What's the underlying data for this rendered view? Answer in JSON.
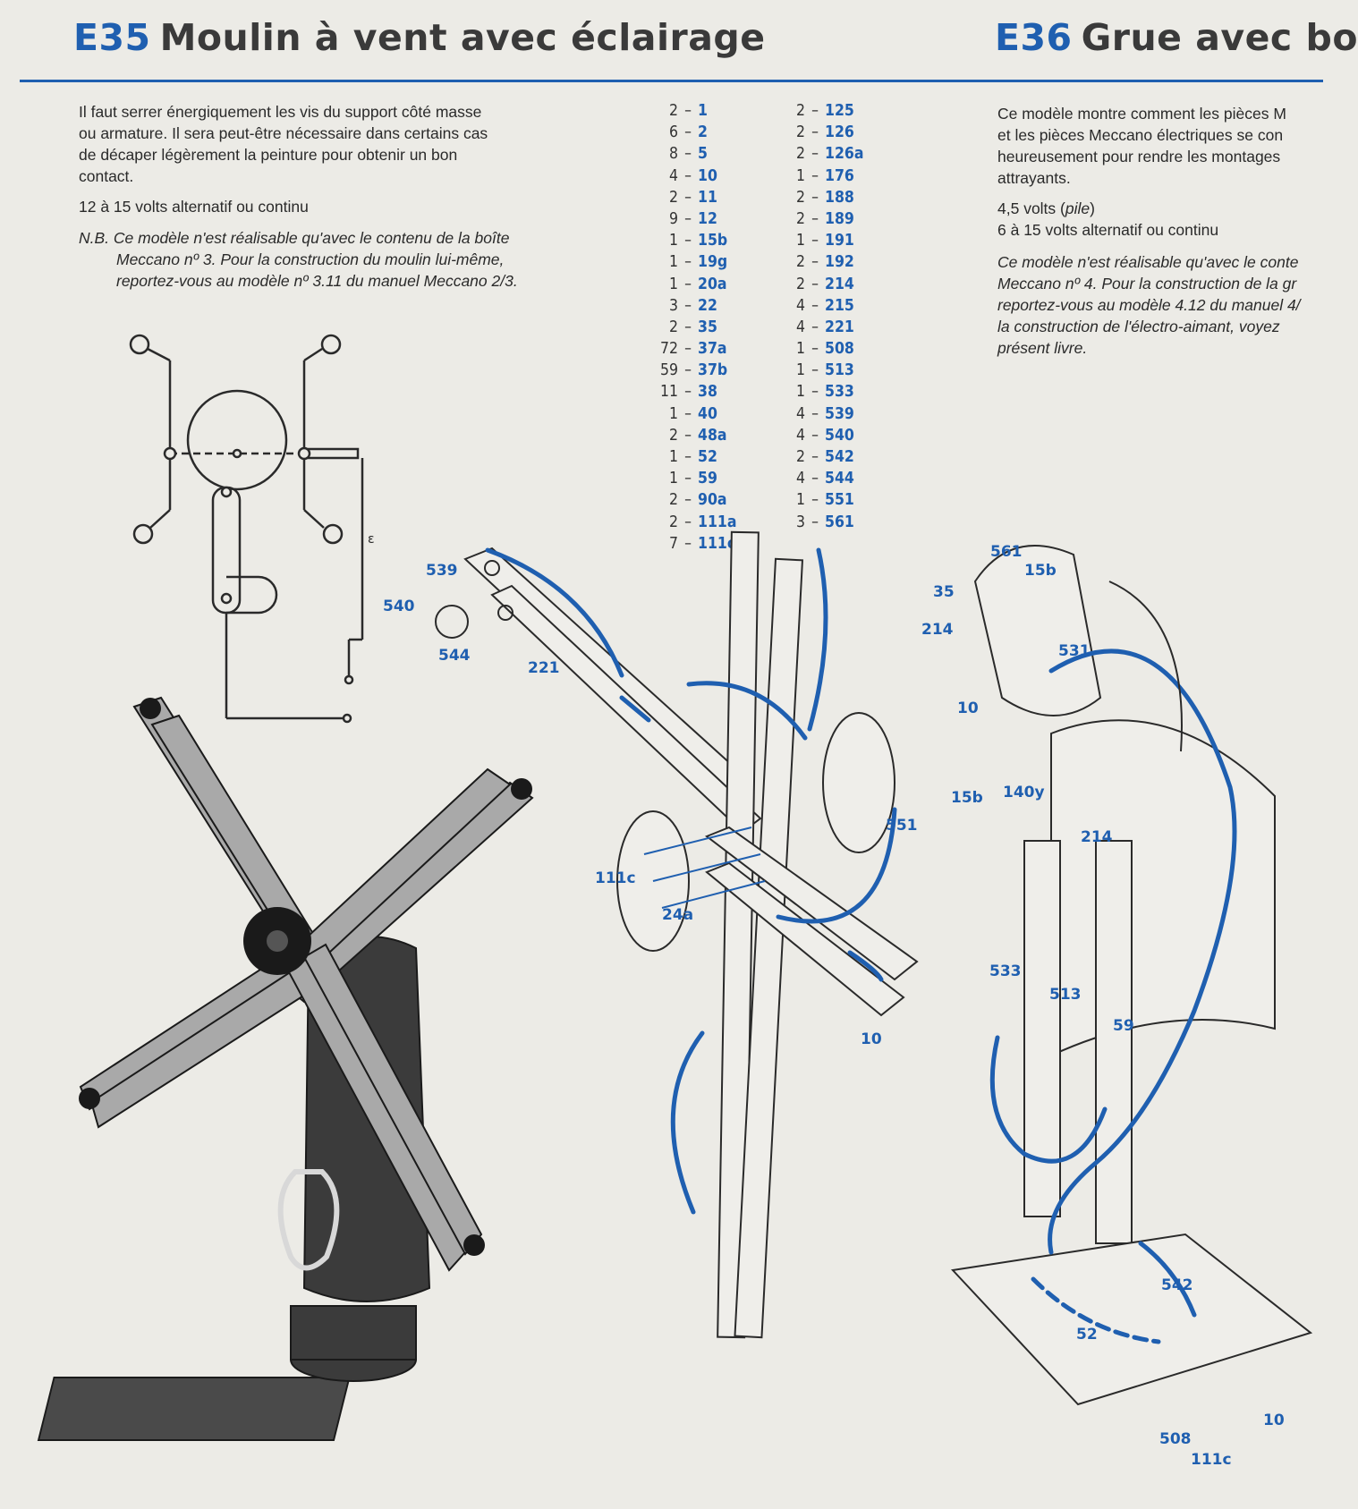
{
  "e35": {
    "code": "E35",
    "name": "Moulin à vent avec éclairage",
    "intro": [
      "Il faut serrer énergiquement les vis du support côté masse",
      "ou armature. Il sera peut-être nécessaire dans certains cas",
      "de décaper légèrement la peinture pour obtenir un bon",
      "contact."
    ],
    "voltage": "12 à 15 volts alternatif ou continu",
    "nb": [
      "N.B. Ce modèle n'est réalisable qu'avec le contenu de la boîte",
      "Meccano nº 3. Pour la construction du moulin lui-même,",
      "reportez-vous au modèle nº 3.11 du manuel Meccano 2/3."
    ]
  },
  "parts_left": [
    [
      "2",
      "1"
    ],
    [
      "6",
      "2"
    ],
    [
      "8",
      "5"
    ],
    [
      "4",
      "10"
    ],
    [
      "2",
      "11"
    ],
    [
      "9",
      "12"
    ],
    [
      "1",
      "15b"
    ],
    [
      "1",
      "19g"
    ],
    [
      "1",
      "20a"
    ],
    [
      "3",
      "22"
    ],
    [
      "2",
      "35"
    ],
    [
      "72",
      "37a"
    ],
    [
      "59",
      "37b"
    ],
    [
      "11",
      "38"
    ],
    [
      "1",
      "40"
    ],
    [
      "2",
      "48a"
    ],
    [
      "1",
      "52"
    ],
    [
      "1",
      "59"
    ],
    [
      "2",
      "90a"
    ],
    [
      "2",
      "111a"
    ],
    [
      "7",
      "111c"
    ]
  ],
  "parts_right": [
    [
      "2",
      "125"
    ],
    [
      "2",
      "126"
    ],
    [
      "2",
      "126a"
    ],
    [
      "1",
      "176"
    ],
    [
      "2",
      "188"
    ],
    [
      "2",
      "189"
    ],
    [
      "1",
      "191"
    ],
    [
      "2",
      "192"
    ],
    [
      "2",
      "214"
    ],
    [
      "4",
      "215"
    ],
    [
      "4",
      "221"
    ],
    [
      "1",
      "508"
    ],
    [
      "1",
      "513"
    ],
    [
      "1",
      "533"
    ],
    [
      "4",
      "539"
    ],
    [
      "4",
      "540"
    ],
    [
      "2",
      "542"
    ],
    [
      "4",
      "544"
    ],
    [
      "1",
      "551"
    ],
    [
      "3",
      "561"
    ]
  ],
  "e36": {
    "code": "E36",
    "name": "Grue avec bo",
    "intro": [
      "Ce modèle montre comment les pièces M",
      "et les pièces Meccano électriques se con",
      "heureusement pour rendre les montages",
      "attrayants."
    ],
    "voltage_battery_a": "4,5 volts (",
    "voltage_battery_b": "pile",
    "voltage_battery_c": ")",
    "voltage_ac": "6 à 15 volts alternatif ou continu",
    "note": [
      "Ce modèle n'est réalisable qu'avec le conte",
      "Meccano nº 4. Pour la construction de la gr",
      "reportez-vous au modèle 4.12 du manuel 4/",
      "la construction de l'électro-aimant, voyez ",
      "présent livre."
    ]
  },
  "callouts": {
    "c539": "539",
    "c540": "540",
    "c544": "544",
    "c221": "221",
    "c111c": "111c",
    "c24a": "24a",
    "c551": "551",
    "c10a": "10",
    "c561": "561",
    "c15b_top": "15b",
    "c35": "35",
    "c214_top": "214",
    "c531": "531",
    "c10b": "10",
    "c15b_mid": "15b",
    "c140y": "140y",
    "c214_mid": "214",
    "c533": "533",
    "c513": "513",
    "c59": "59",
    "c542": "542",
    "c52": "52",
    "c508": "508",
    "c111c_b": "111c",
    "c10c": "10"
  },
  "colors": {
    "accent_blue": "#1f5fb0",
    "paper": "#ecebe6",
    "ink": "#2a2a2a"
  }
}
